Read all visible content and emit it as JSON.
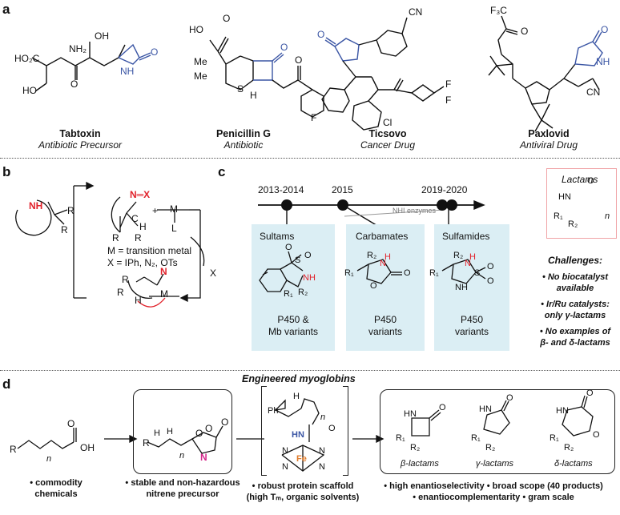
{
  "panel_a": {
    "label": "a",
    "drugs": [
      {
        "name": "Tabtoxin",
        "description": "Antibiotic Precursor"
      },
      {
        "name": "Penicillin G",
        "description": "Antibiotic"
      },
      {
        "name": "Ticsovo",
        "description": "Cancer Drug"
      },
      {
        "name": "Paxlovid",
        "description": "Antiviral Drug"
      }
    ],
    "atom_labels": {
      "ho2c": "HO₂C",
      "nh2": "NH₂",
      "oh": "OH",
      "ho": "HO",
      "o": "O",
      "nh": "NH",
      "h": "H",
      "n": "N",
      "s": "S",
      "me": "Me",
      "f3c": "F₃C",
      "cn": "CN",
      "f": "F",
      "cl": "Cl"
    }
  },
  "panel_b": {
    "label": "b",
    "legend_m": "M = transition metal",
    "legend_x": "X = IPh, N₂, OTs",
    "x_leaving": "X",
    "nx": "N═X",
    "ml": {
      "m": "M",
      "l": "L"
    },
    "atoms": {
      "nh": "NH",
      "r": "R",
      "c": "C",
      "h": "H",
      "n": "N",
      "m": "M"
    }
  },
  "panel_c": {
    "label": "c",
    "timeline": [
      "2013-2014",
      "2015",
      "2019-2020"
    ],
    "nhi_label": "NHI enzymes",
    "boxes": [
      {
        "title": "Sultams",
        "variants_1": "P450 &",
        "variants_2": "Mb variants"
      },
      {
        "title": "Carbamates",
        "variants_1": "P450",
        "variants_2": "variants"
      },
      {
        "title": "Sulfamides",
        "variants_1": "P450",
        "variants_2": "variants"
      }
    ],
    "lactams_title": "Lactams",
    "challenges_title": "Challenges:",
    "challenges": [
      {
        "line1": "No biocatalyst",
        "line2": "available"
      },
      {
        "line1": "Ir/Ru catalysts:",
        "line2": "only γ-lactams"
      },
      {
        "line1": "No examples of",
        "line2": "β- and δ-lactams"
      }
    ],
    "atoms": {
      "o": "O",
      "s": "S",
      "nh": "NH",
      "r1": "R₁",
      "r2": "R₂",
      "n": "n",
      "hn": "HN",
      "n_atom": "N"
    }
  },
  "panel_d": {
    "label": "d",
    "engineered_title": "Engineered myoglobins",
    "captions": [
      {
        "line1": "commodity",
        "line2": "chemicals"
      },
      {
        "line1": "stable and non-hazardous",
        "line2": "nitrene precursor"
      },
      {
        "line1": "robust protein scaffold",
        "line2": "(high Tₘ, organic solvents)"
      }
    ],
    "products": [
      "β-lactams",
      "γ-lactams",
      "δ-lactams"
    ],
    "outcome_line1": "high enantioselectivity • broad scope (40 products)",
    "outcome_line2": "enantiocomplementarity • gram scale",
    "atoms": {
      "r": "R",
      "oh": "OH",
      "o": "O",
      "n": "n",
      "h": "H",
      "ph": "Ph",
      "hn": "HN",
      "fe": "Fe",
      "r1": "R₁",
      "r2": "R₂",
      "nh_atom": "N"
    }
  },
  "colors": {
    "blue": "#3a55a4",
    "red": "#e1222b",
    "magenta": "#d42a8c",
    "teal_box": "#dbeef4",
    "pink_border": "#f0a3a6",
    "orange_fe": "#e07b2a"
  }
}
